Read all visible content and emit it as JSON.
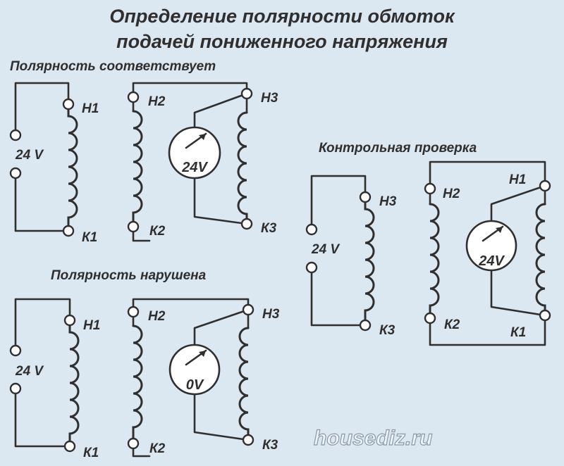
{
  "header": {
    "title_line1": "Определение полярности обмоток",
    "title_line2": "подачей пониженного напряжения"
  },
  "sections": {
    "correct": "Полярность соответствует",
    "wrong": "Полярность нарушена",
    "control": "Контрольная проверка"
  },
  "diagram_correct": {
    "supply_voltage": "24 V",
    "primary_start": "Н1",
    "primary_end": "К1",
    "secondary_start": "Н2",
    "secondary_end": "К2",
    "tertiary_start": "Н3",
    "tertiary_end": "К3",
    "meter_reading": "24V"
  },
  "diagram_wrong": {
    "supply_voltage": "24 V",
    "primary_start": "Н1",
    "primary_end": "К1",
    "secondary_start": "Н2",
    "secondary_end": "К2",
    "tertiary_start": "Н3",
    "tertiary_end": "К3",
    "meter_reading": "0V"
  },
  "diagram_control": {
    "supply_voltage": "24 V",
    "primary_start": "Н3",
    "primary_end": "К3",
    "secondary_start": "Н2",
    "secondary_end": "К2",
    "tertiary_start": "Н1",
    "tertiary_end": "К1",
    "meter_reading": "24V"
  },
  "watermark": "housediz.ru",
  "colors": {
    "background": "#dbe7f1",
    "ink": "#2f2f2f",
    "terminal_fill": "#ffffff"
  }
}
